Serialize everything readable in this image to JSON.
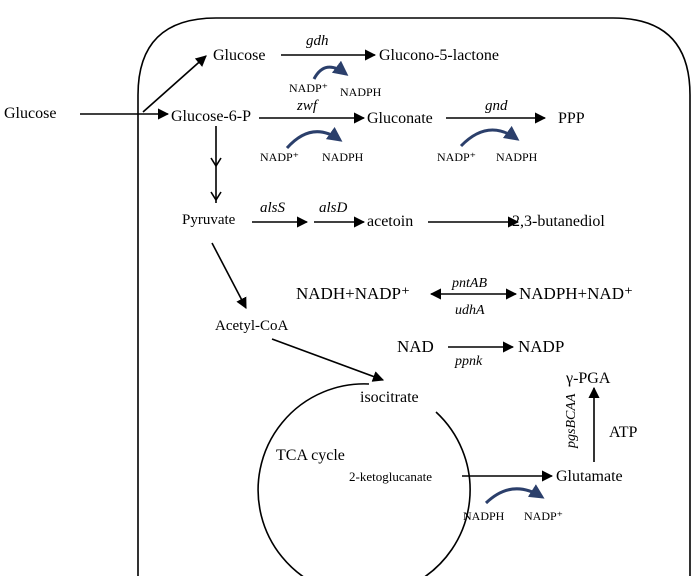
{
  "metabolites": {
    "glucose_ext": "Glucose",
    "glucose_int": "Glucose",
    "glucono_lactone": "Glucono-5-lactone",
    "glucose_6_p": "Glucose-6-P",
    "gluconate": "Gluconate",
    "ppp": "PPP",
    "pyruvate": "Pyruvate",
    "acetoin": "acetoin",
    "butanediol": "2,3-butanediol",
    "acetyl_coa": "Acetyl-CoA",
    "isocitrate": "isocitrate",
    "tca_cycle": "TCA cycle",
    "ketoglucanate": "2-ketoglucanate",
    "glutamate": "Glutamate",
    "pga": "γ-PGA",
    "atp": "ATP"
  },
  "enzymes": {
    "gdh": "gdh",
    "zwf": "zwf",
    "gnd": "gnd",
    "alsS": "alsS",
    "alsD": "alsD",
    "pntAB": "pntAB",
    "udhA": "udhA",
    "ppnk": "ppnk",
    "pgsBCAA": "pgsBCAA"
  },
  "cofactors": {
    "gdh_in": "NADP⁺",
    "gdh_out": "NADPH",
    "zwf_in": "NADP⁺",
    "zwf_out": "NADPH",
    "gnd_in": "NADP⁺",
    "gnd_out": "NADPH",
    "glu_in": "NADPH",
    "glu_out": "NADP⁺"
  },
  "transhydrogenase": {
    "left": "NADH+NADP⁺",
    "right": "NADPH+NAD⁺"
  },
  "kinase": {
    "left": "NAD",
    "right": "NADP"
  }
}
